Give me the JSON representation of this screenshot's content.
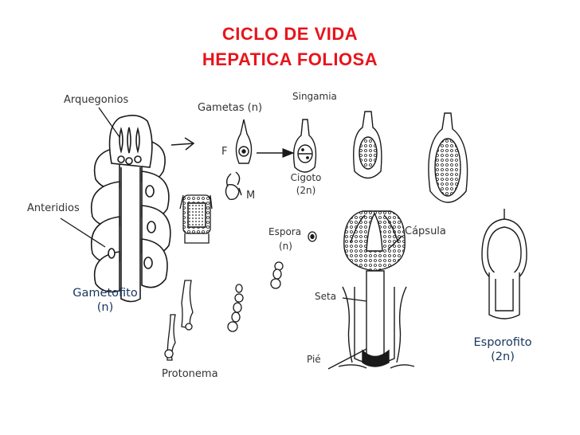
{
  "title": {
    "line1": "CICLO DE VIDA",
    "line2": "HEPATICA FOLIOSA",
    "color": "#e8141b"
  },
  "labels": {
    "arquegonios": "Arquegonios",
    "anteridios": "Anteridios",
    "gametofito": "Gametofito",
    "gametofito_ploidy": "(n)",
    "gametas": "Gametas (n)",
    "f": "F",
    "m": "M",
    "singamia": "Singamia",
    "cigoto": "Cigoto",
    "cigoto_ploidy": "(2n)",
    "espora": "Espora",
    "espora_ploidy": "(n)",
    "capsula": "Cápsula",
    "seta": "Seta",
    "pie": "Pié",
    "protonema": "Protonema",
    "esporofito": "Esporofito",
    "esporofito_ploidy": "(2n)"
  },
  "colors": {
    "ink": "#1a1a1a",
    "label_text": "#333333",
    "label_text_dark": "#17365d"
  }
}
